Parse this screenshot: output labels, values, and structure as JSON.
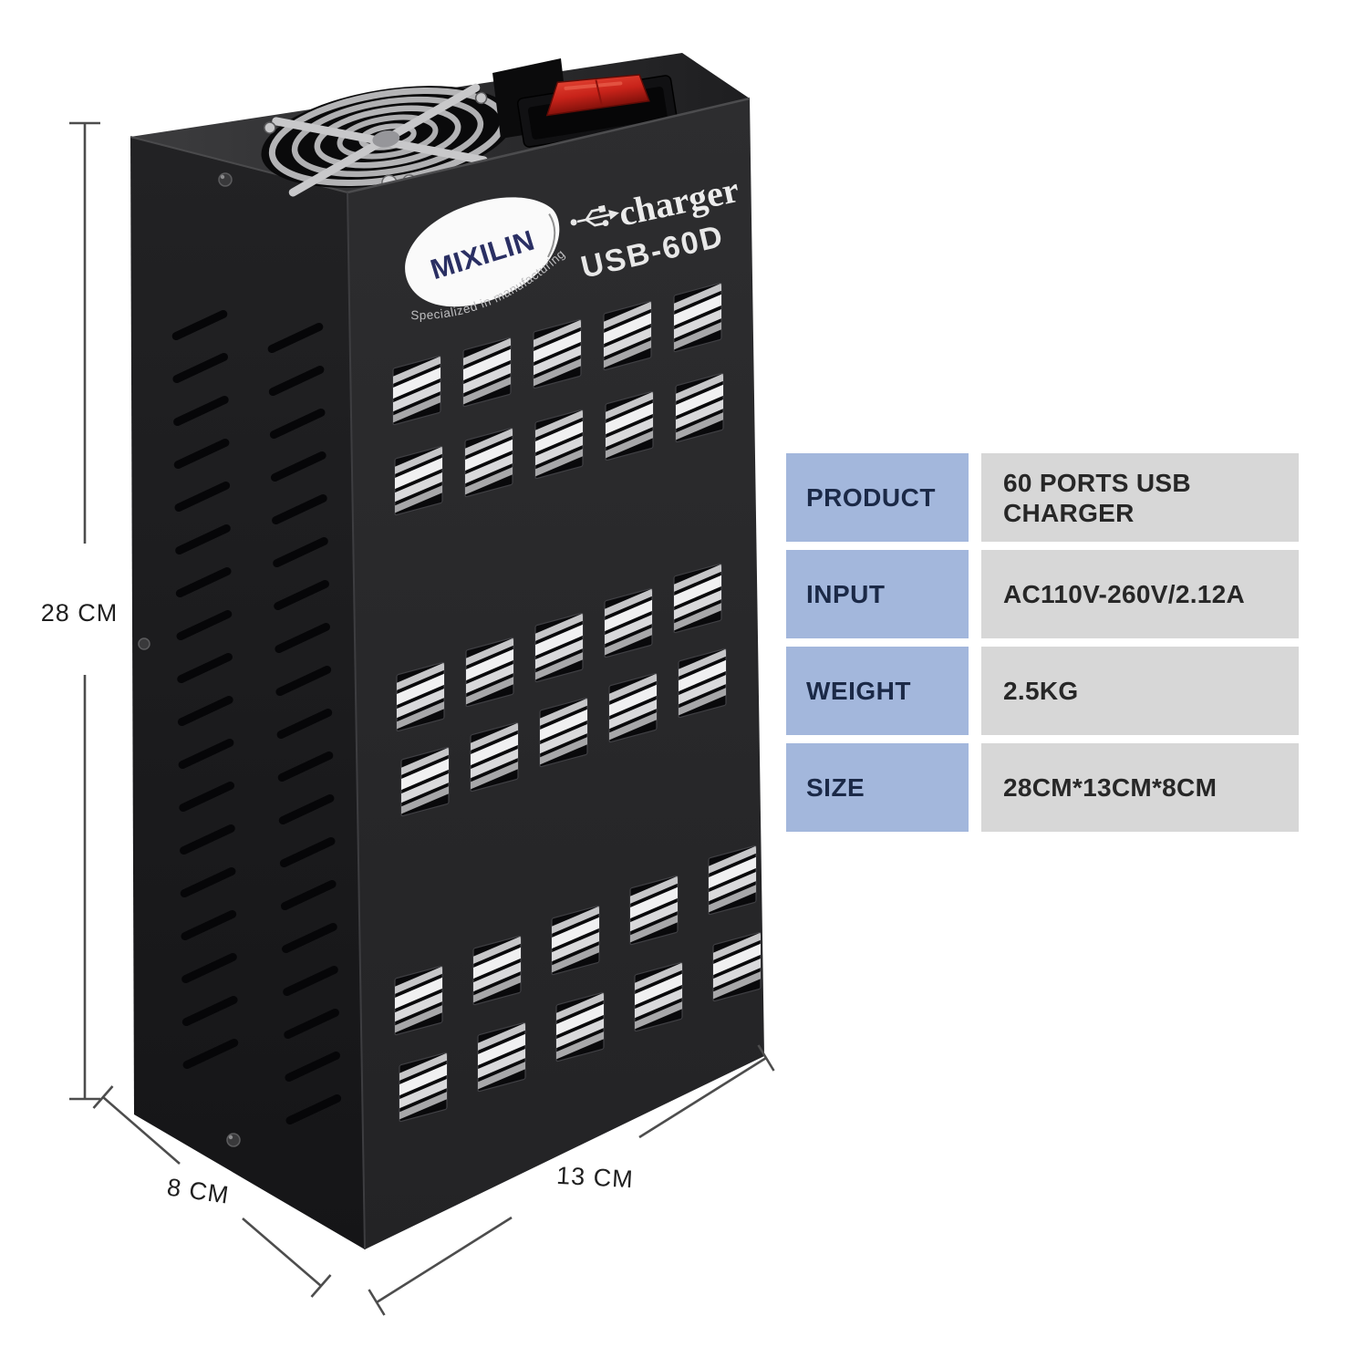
{
  "product_photo": {
    "brand": "MIXILIN",
    "tagline": "Specialized in manufacturing",
    "charger_label": "charger",
    "model": "USB-60D"
  },
  "dimension_labels": {
    "height": "28 CM",
    "depth": "8 CM",
    "width": "13 CM"
  },
  "spec_table": {
    "label_bg": "#a3b7dc",
    "value_bg": "#d7d7d7",
    "label_color": "#1b2947",
    "value_color": "#272727",
    "rows": [
      {
        "label": "PRODUCT",
        "value": "60 PORTS USB CHARGER"
      },
      {
        "label": "INPUT",
        "value": "AC110V-260V/2.12A"
      },
      {
        "label": "WEIGHT",
        "value": "2.5KG"
      },
      {
        "label": "SIZE",
        "value": "28CM*13CM*8CM"
      }
    ]
  },
  "device": {
    "body_color": "#28282a",
    "power_switch_color": "#c8231a",
    "has_cooling_fan": true,
    "ports": {
      "groups": 3,
      "rows_per_group": 2,
      "columns_per_row": 5,
      "ports_per_block": 2,
      "total_ports": 60
    },
    "vents": {
      "columns": 2,
      "per_column": [
        18,
        19
      ]
    }
  }
}
